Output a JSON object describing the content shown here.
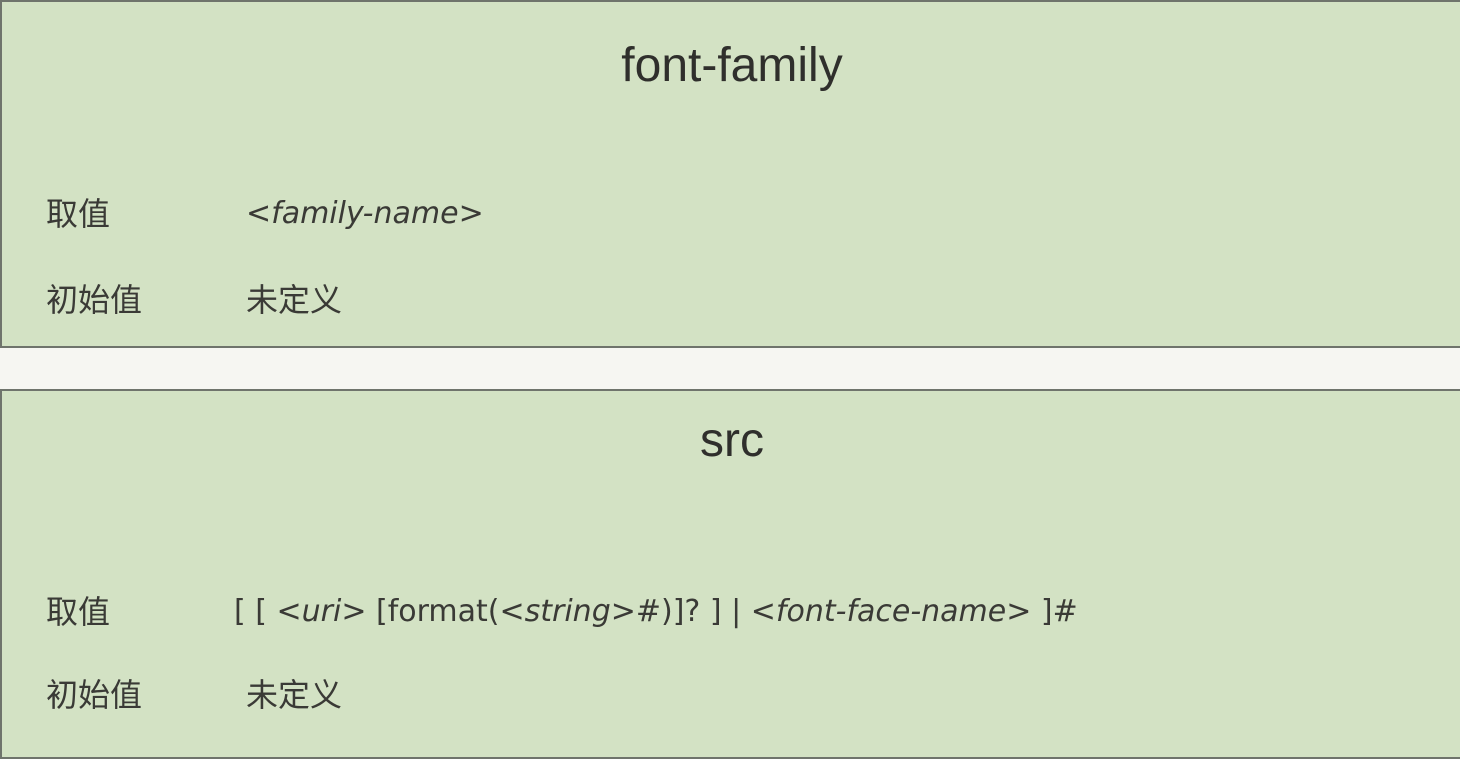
{
  "cards": [
    {
      "title": "font-family",
      "value_label": "取值",
      "value_parts": {
        "p1": "<family-name>"
      },
      "initial_label": "初始值",
      "initial_value": "未定义"
    },
    {
      "title": "src",
      "value_label": "取值",
      "value_parts": {
        "p1": "[ [ <",
        "p2": "uri",
        "p3": "> [format(<",
        "p4": "string",
        "p5": ">#)]? ] | <",
        "p6": "font-face-name",
        "p7": "> ]#"
      },
      "initial_label": "初始值",
      "initial_value": "未定义"
    }
  ]
}
